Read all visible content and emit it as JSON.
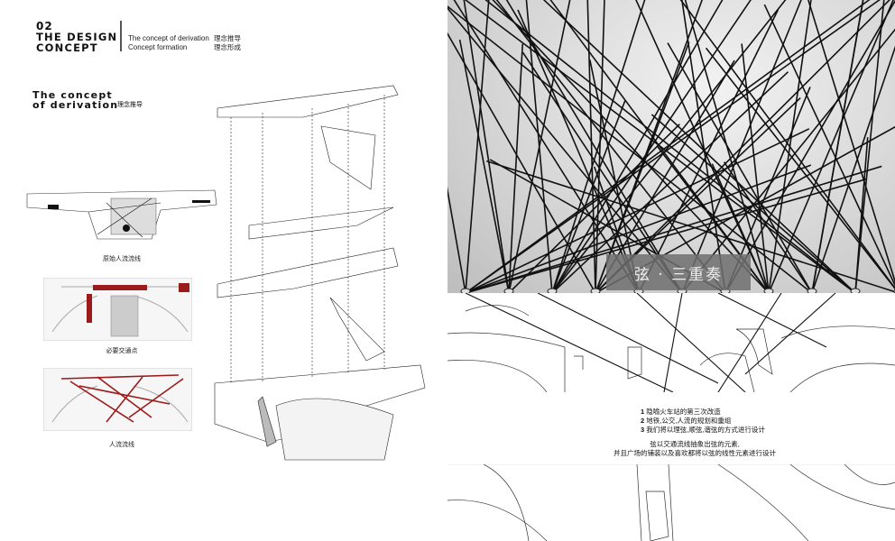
{
  "header": {
    "number": "02",
    "title_line1": "THE DESIGN",
    "title_line2": "CONCEPT",
    "sub_en": [
      "The concept of derivation",
      "Concept formation"
    ],
    "sub_cn": [
      "理念推导",
      "理念形成"
    ]
  },
  "section": {
    "title_line1": "The concept",
    "title_line2": "of derivation",
    "title_cn": "理念推导"
  },
  "captions": [
    "原始人流流线",
    "必要交通点",
    "人流流线"
  ],
  "photo_badge": "弦 · 三重奏",
  "points": [
    {
      "n": "1",
      "text": "隐喻火车站的第三次改造"
    },
    {
      "n": "2",
      "text": "地铁,公交,人流的规划和重组"
    },
    {
      "n": "3",
      "text": "我们将以理弦,顺弦,谐弦的方式进行设计"
    }
  ],
  "summary": [
    "弦以交通流线抽象出弦的元素,",
    "并且广场的铺装以及喜欢都将以弦的线性元素进行设计"
  ],
  "colors": {
    "accent": "#9b1b1b",
    "badge": "#6e6e6e"
  }
}
